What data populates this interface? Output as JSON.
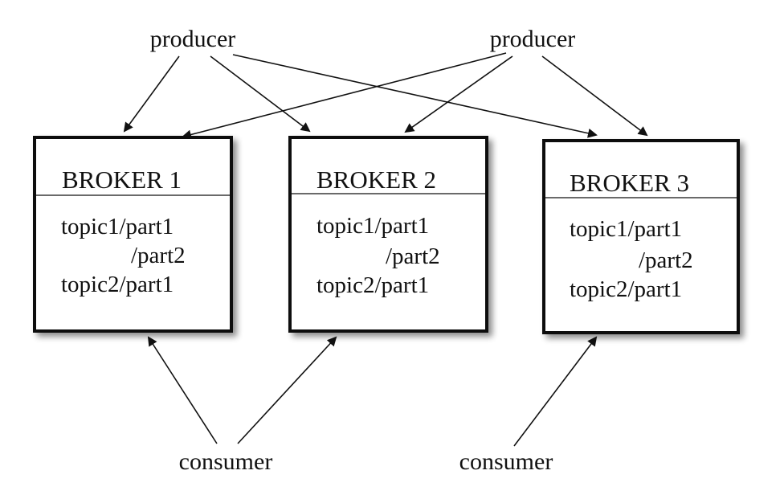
{
  "colors": {
    "stroke": "#111111",
    "box_fill": "#ffffff",
    "shadow": "#9a9a9a",
    "background": "#ffffff"
  },
  "producers": [
    {
      "label": "producer"
    },
    {
      "label": "producer"
    }
  ],
  "consumers": [
    {
      "label": "consumer"
    },
    {
      "label": "consumer"
    }
  ],
  "brokers": [
    {
      "title": "BROKER 1",
      "lines": [
        "topic1/part1",
        "/part2",
        "topic2/part1"
      ]
    },
    {
      "title": "BROKER 2",
      "lines": [
        "topic1/part1",
        "/part2",
        "topic2/part1"
      ]
    },
    {
      "title": "BROKER 3",
      "lines": [
        "topic1/part1",
        "/part2",
        "topic2/part1"
      ]
    }
  ],
  "connections": [
    {
      "from": "producer-1",
      "to": "broker-1"
    },
    {
      "from": "producer-1",
      "to": "broker-2"
    },
    {
      "from": "producer-1",
      "to": "broker-3"
    },
    {
      "from": "producer-2",
      "to": "broker-1"
    },
    {
      "from": "producer-2",
      "to": "broker-2"
    },
    {
      "from": "producer-2",
      "to": "broker-3"
    },
    {
      "from": "consumer-1",
      "to": "broker-1"
    },
    {
      "from": "consumer-1",
      "to": "broker-2"
    },
    {
      "from": "consumer-2",
      "to": "broker-3"
    }
  ]
}
